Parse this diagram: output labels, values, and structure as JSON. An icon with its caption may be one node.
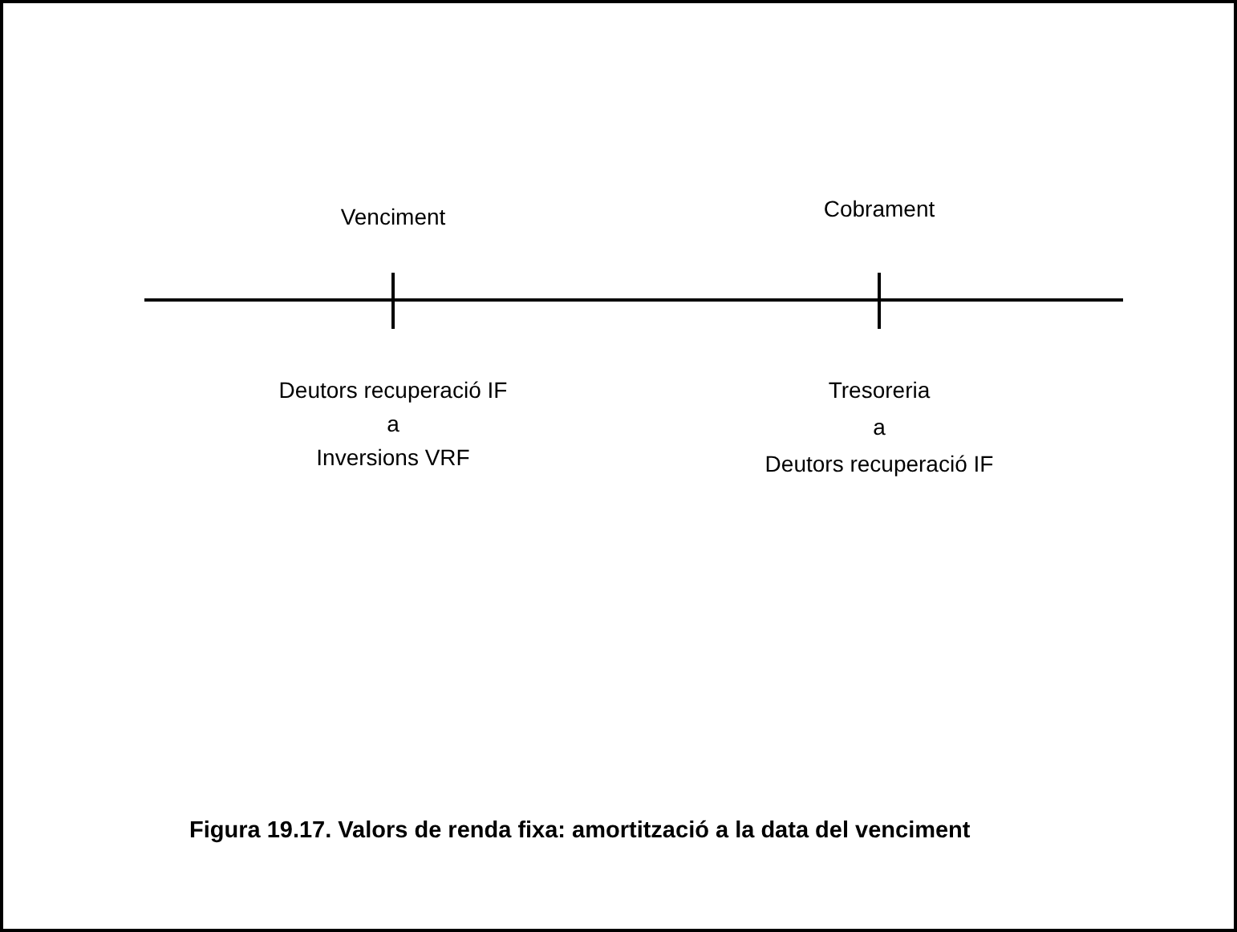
{
  "diagram": {
    "caption": "Figura 19.17. Valors de renda fixa: amortització a la data del venciment",
    "labels": [
      "Venciment",
      "Cobrament",
      "Deutors recuperació IF",
      "a",
      "Inversions VRF",
      "Tresoreria",
      "a",
      "Deutors recuperació IF"
    ]
  }
}
